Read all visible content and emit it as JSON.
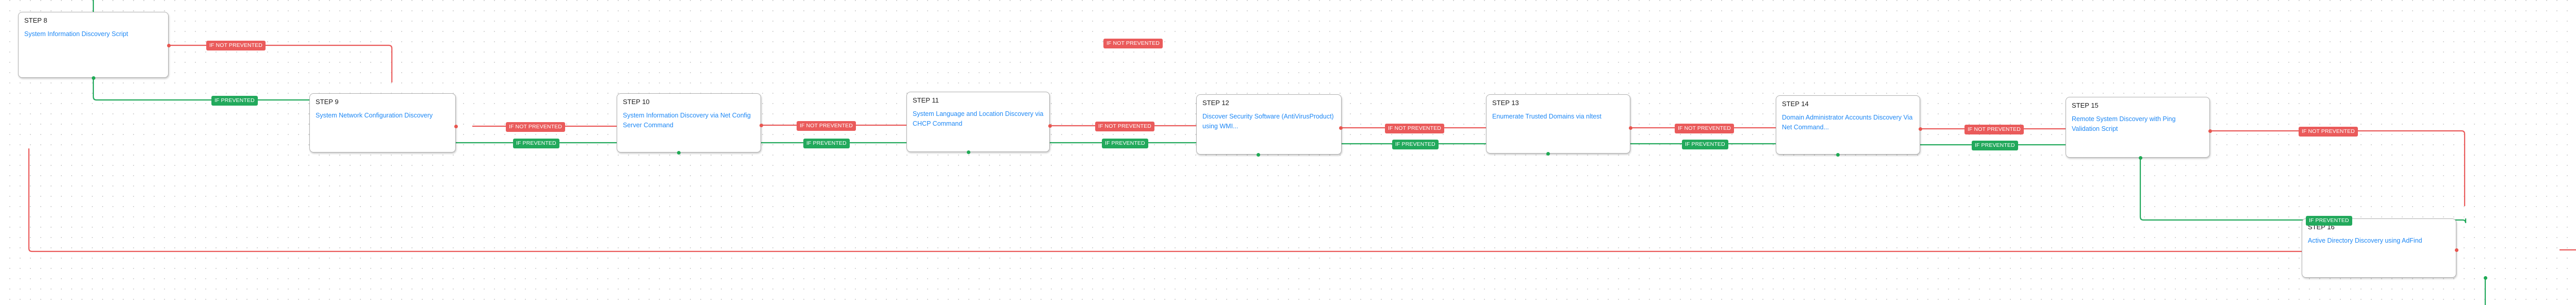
{
  "diagram": {
    "type": "flowchart",
    "orientation": "left-to-right",
    "background": "#ffffff",
    "grid": "dotted",
    "colors": {
      "node_border": "#b0b0b0",
      "node_background": "#ffffff",
      "step_text": "#1a1a1a",
      "title_text": "#1e88f5",
      "edge_not_prevented": "#ea5b5b",
      "edge_prevented": "#22a95c"
    },
    "labels": {
      "not_prevented": "IF NOT PREVENTED",
      "prevented": "IF PREVENTED"
    },
    "nodes": [
      {
        "id": "step8",
        "step": "STEP 8",
        "title": "System Information Discovery Script"
      },
      {
        "id": "step9",
        "step": "STEP 9",
        "title": "System Network Configuration Discovery"
      },
      {
        "id": "step10",
        "step": "STEP 10",
        "title": "System Information Discovery via Net Config Server Command"
      },
      {
        "id": "step11",
        "step": "STEP 11",
        "title": "System Language and Location Discovery via CHCP Command"
      },
      {
        "id": "step12",
        "step": "STEP 12",
        "title": "Discover Security Software (AntiVirusProduct) using WMI..."
      },
      {
        "id": "step13",
        "step": "STEP 13",
        "title": "Enumerate Trusted Domains via nltest"
      },
      {
        "id": "step14",
        "step": "STEP 14",
        "title": "Domain Administrator Accounts Discovery Via Net Command..."
      },
      {
        "id": "step15",
        "step": "STEP 15",
        "title": "Remote System Discovery with Ping Validation Script"
      },
      {
        "id": "step16",
        "step": "STEP 16",
        "title": "Active Directory Discovery using AdFind"
      }
    ],
    "edge_labels": [
      {
        "id": "l1",
        "text": "IF NOT PREVENTED",
        "kind": "not_prevented"
      },
      {
        "id": "l2",
        "text": "IF PREVENTED",
        "kind": "prevented"
      },
      {
        "id": "l3",
        "text": "IF NOT PREVENTED",
        "kind": "not_prevented"
      },
      {
        "id": "l4",
        "text": "IF PREVENTED",
        "kind": "prevented"
      },
      {
        "id": "l5",
        "text": "IF NOT PREVENTED",
        "kind": "not_prevented"
      },
      {
        "id": "l6",
        "text": "IF PREVENTED",
        "kind": "prevented"
      },
      {
        "id": "l7",
        "text": "IF NOT PREVENTED",
        "kind": "not_prevented"
      },
      {
        "id": "l8",
        "text": "IF PREVENTED",
        "kind": "prevented"
      },
      {
        "id": "l9",
        "text": "IF NOT PREVENTED",
        "kind": "not_prevented"
      },
      {
        "id": "l10",
        "text": "IF NOT PREVENTED",
        "kind": "not_prevented"
      },
      {
        "id": "l11",
        "text": "IF PREVENTED",
        "kind": "prevented"
      },
      {
        "id": "l12",
        "text": "IF NOT PREVENTED",
        "kind": "not_prevented"
      },
      {
        "id": "l13",
        "text": "IF PREVENTED",
        "kind": "prevented"
      },
      {
        "id": "l14",
        "text": "IF NOT PREVENTED",
        "kind": "not_prevented"
      },
      {
        "id": "l15",
        "text": "IF PREVENTED",
        "kind": "prevented"
      },
      {
        "id": "l16",
        "text": "IF NOT PREVENTED",
        "kind": "not_prevented"
      },
      {
        "id": "l17",
        "text": "IF PREVENTED",
        "kind": "prevented"
      }
    ]
  }
}
